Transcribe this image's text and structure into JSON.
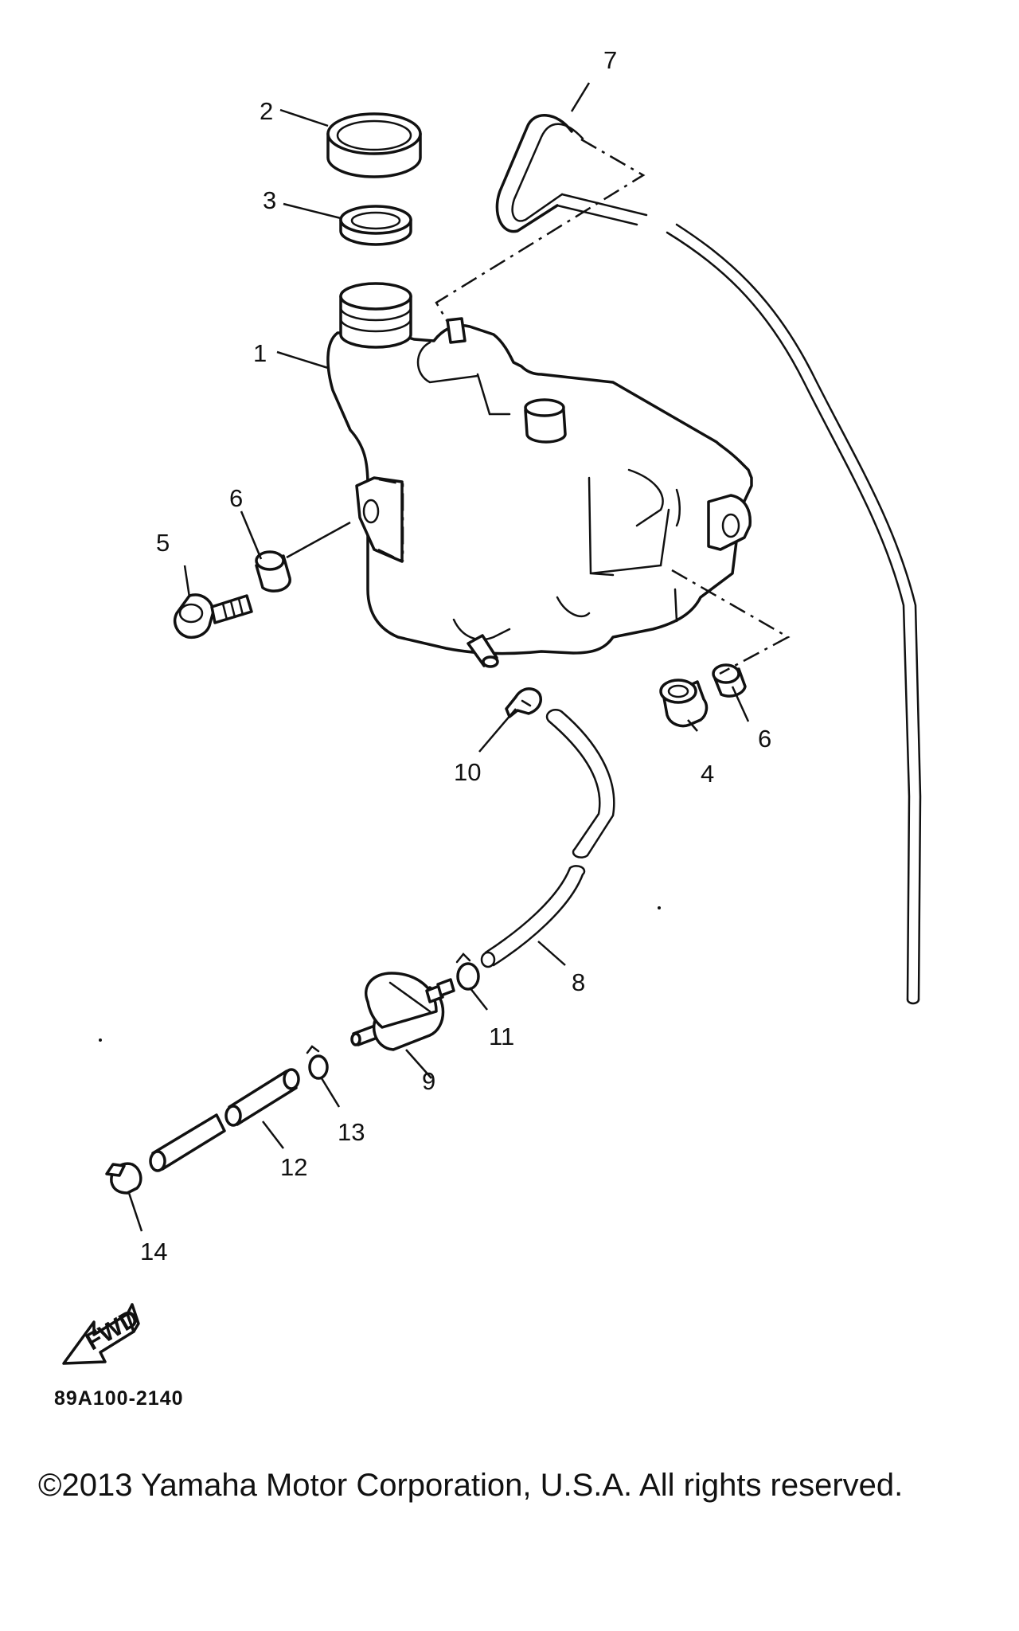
{
  "callouts": [
    "1",
    "2",
    "3",
    "4",
    "5",
    "6",
    "6",
    "7",
    "8",
    "9",
    "10",
    "11",
    "12",
    "13",
    "14"
  ],
  "fwd_label": "FWD",
  "diagram_ref": "89A100-2140",
  "copyright": "©2013 Yamaha Motor Corporation, U.S.A. All rights reserved."
}
